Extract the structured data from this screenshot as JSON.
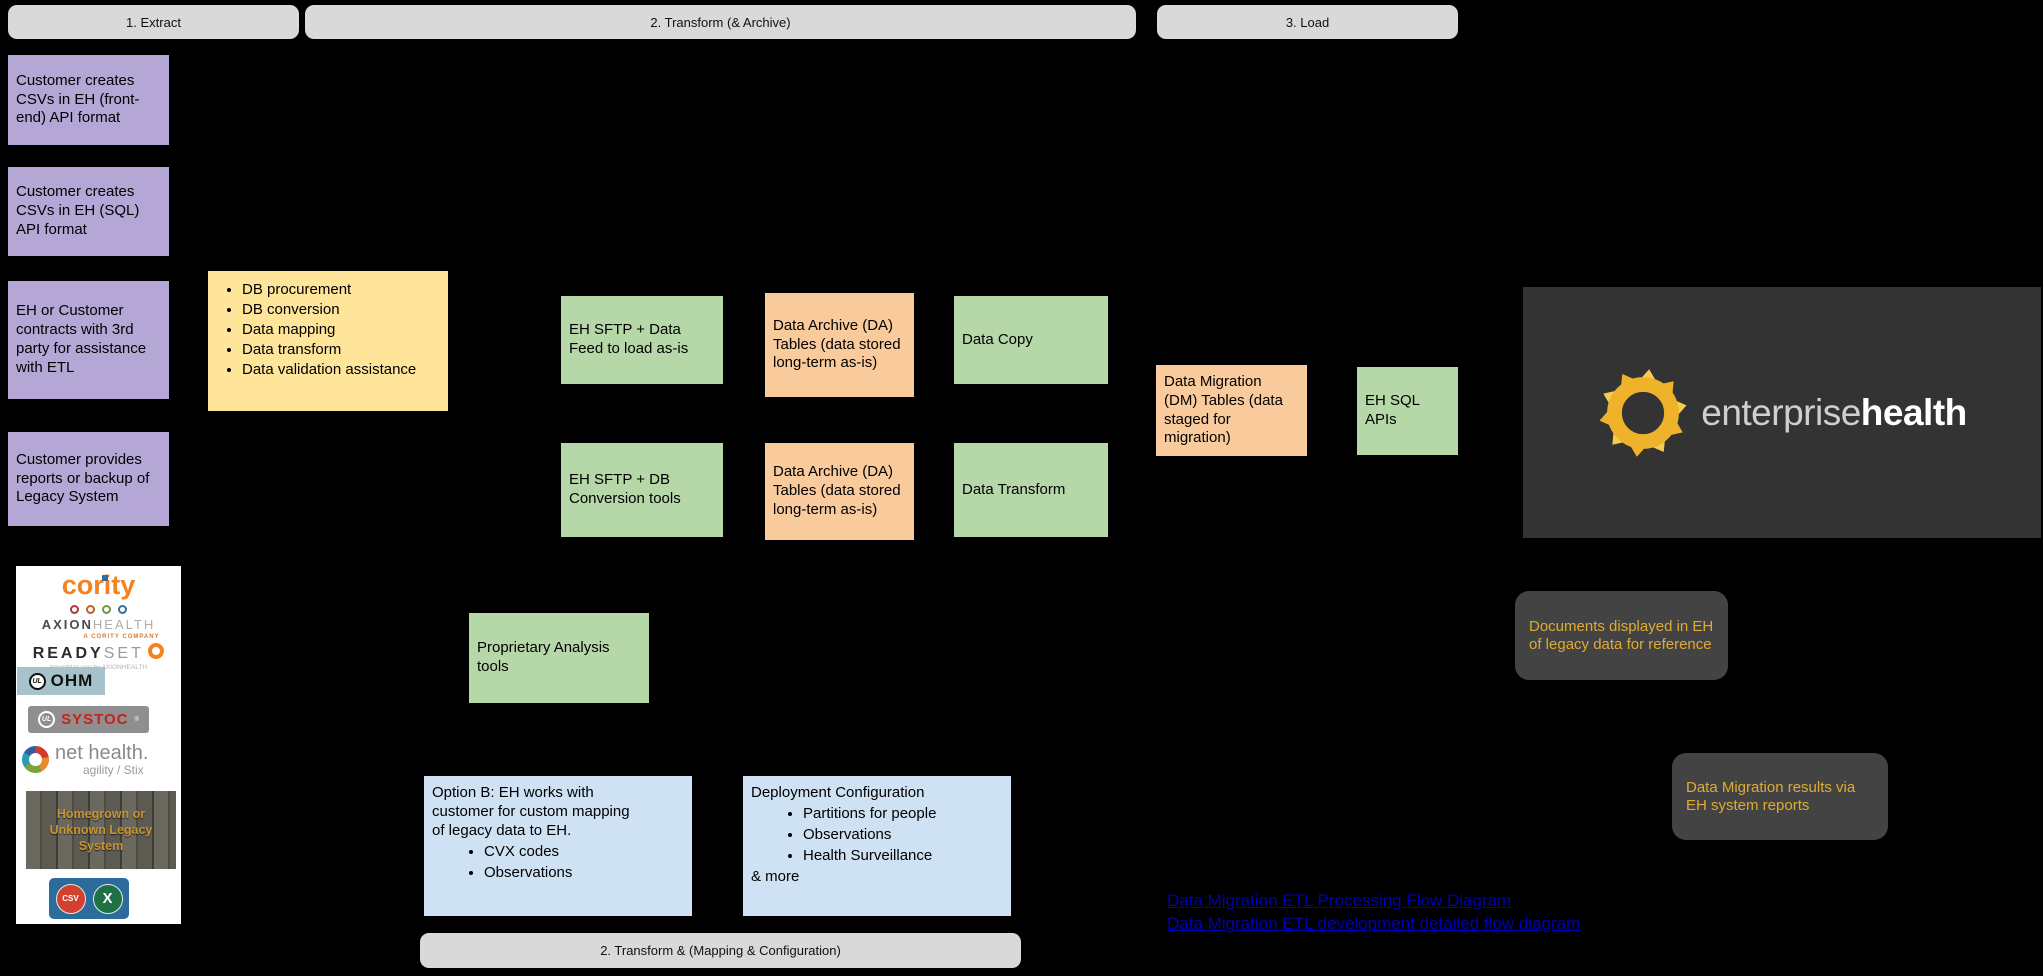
{
  "colors": {
    "background": "#000000",
    "phase_pill": "#d9d9d9",
    "extract_purple": "#b4a7d6",
    "assist_yellow": "#ffe599",
    "tool_green": "#b6d7a8",
    "archive_orange": "#f9cb9c",
    "config_blue": "#cfe2f3",
    "note_bg": "#434343",
    "note_text": "#e0ab33",
    "link_blue": "#0000b2",
    "eh_panel_bg": "#333333",
    "eh_gold": "#eeb32b",
    "cority_orange": "#f58220",
    "systoc_red": "#c4231b"
  },
  "phases": [
    {
      "label": "1. Extract"
    },
    {
      "label": "2. Transform (& Archive)"
    },
    {
      "label": "3. Load"
    }
  ],
  "footer_phase": {
    "label": "2. Transform & (Mapping & Configuration)"
  },
  "extract_steps": [
    {
      "text": "Customer creates CSVs in EH (front-end) API format"
    },
    {
      "text": "Customer creates CSVs in EH (SQL) API format"
    },
    {
      "text": "EH or Customer contracts with 3rd party for assistance with ETL"
    },
    {
      "text": "Customer provides reports or backup of Legacy System"
    }
  ],
  "assistance_box": {
    "bullets": [
      "DB procurement",
      "DB conversion",
      "Data mapping",
      "Data transform",
      "Data validation assistance"
    ]
  },
  "transform_row1": {
    "sftp_feed": "EH SFTP + Data Feed to load as-is",
    "archive": "Data Archive (DA) Tables (data stored long-term as-is)",
    "copy": "Data Copy"
  },
  "transform_row2": {
    "sftp_db": "EH SFTP + DB Conversion tools",
    "archive": "Data Archive (DA) Tables (data stored long-term as-is)",
    "transform": "Data Transform"
  },
  "load_stage": {
    "dm_tables": "Data Migration (DM) Tables (data staged for migration)",
    "sql_apis": "EH SQL APIs"
  },
  "analysis_box": {
    "text": "Proprietary Analysis tools"
  },
  "option_b_box": {
    "heading": "Option B: EH works with customer for custom mapping of legacy data to EH.",
    "bullets": [
      "CVX codes",
      "Observations"
    ]
  },
  "deployment_box": {
    "heading": "Deployment Configuration",
    "bullets": [
      "Partitions for people",
      "Observations",
      "Health Surveillance"
    ],
    "footer": "& more"
  },
  "notes": {
    "documents": "Documents displayed in EH of legacy data for reference",
    "results": "Data Migration results via EH system reports"
  },
  "links": [
    {
      "label": "Data Migration ETL Processing Flow Diagram"
    },
    {
      "label": "Data Migration ETL development detailed flow diagram"
    }
  ],
  "eh_brand": {
    "word1": "enterprise",
    "word2": "health"
  },
  "legacy_systems_panel": {
    "cority": "cority",
    "axion": {
      "name1": "AXION",
      "name2": "HEALTH",
      "tagline": "A CORITY COMPANY"
    },
    "readyset": {
      "name1": "READY",
      "name2": "SET",
      "tagline": "brought to you by AXIONHEALTH"
    },
    "ohm": {
      "ul": "UL",
      "name": "OHM"
    },
    "systoc": {
      "ul": "UL",
      "name": "SYSTOC",
      "reg": "®"
    },
    "nethealth": {
      "name": "net health.",
      "sub": "agility / Stix"
    },
    "homegrown": {
      "caption": "Homegrown or Unknown Legacy System"
    },
    "file_icons": {
      "csv": "CSV",
      "excel": "X"
    }
  }
}
